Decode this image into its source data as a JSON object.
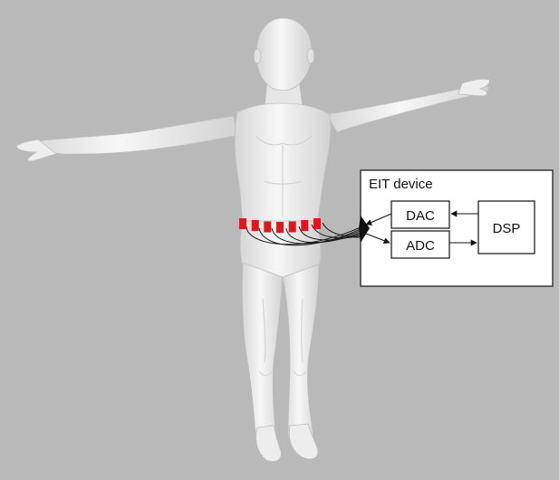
{
  "device": {
    "title": "EIT device",
    "blocks": {
      "dac": "DAC",
      "adc": "ADC",
      "dsp": "DSP"
    }
  },
  "colors": {
    "background": "#b9b9b9",
    "body": "#f2f2f2",
    "body_shade": "#dcdcdc",
    "electrode": "#e0161b",
    "wire": "#1a1a1a",
    "box_fill": "#ffffff",
    "box_stroke": "#111111"
  },
  "electrodes": {
    "count": 7
  }
}
